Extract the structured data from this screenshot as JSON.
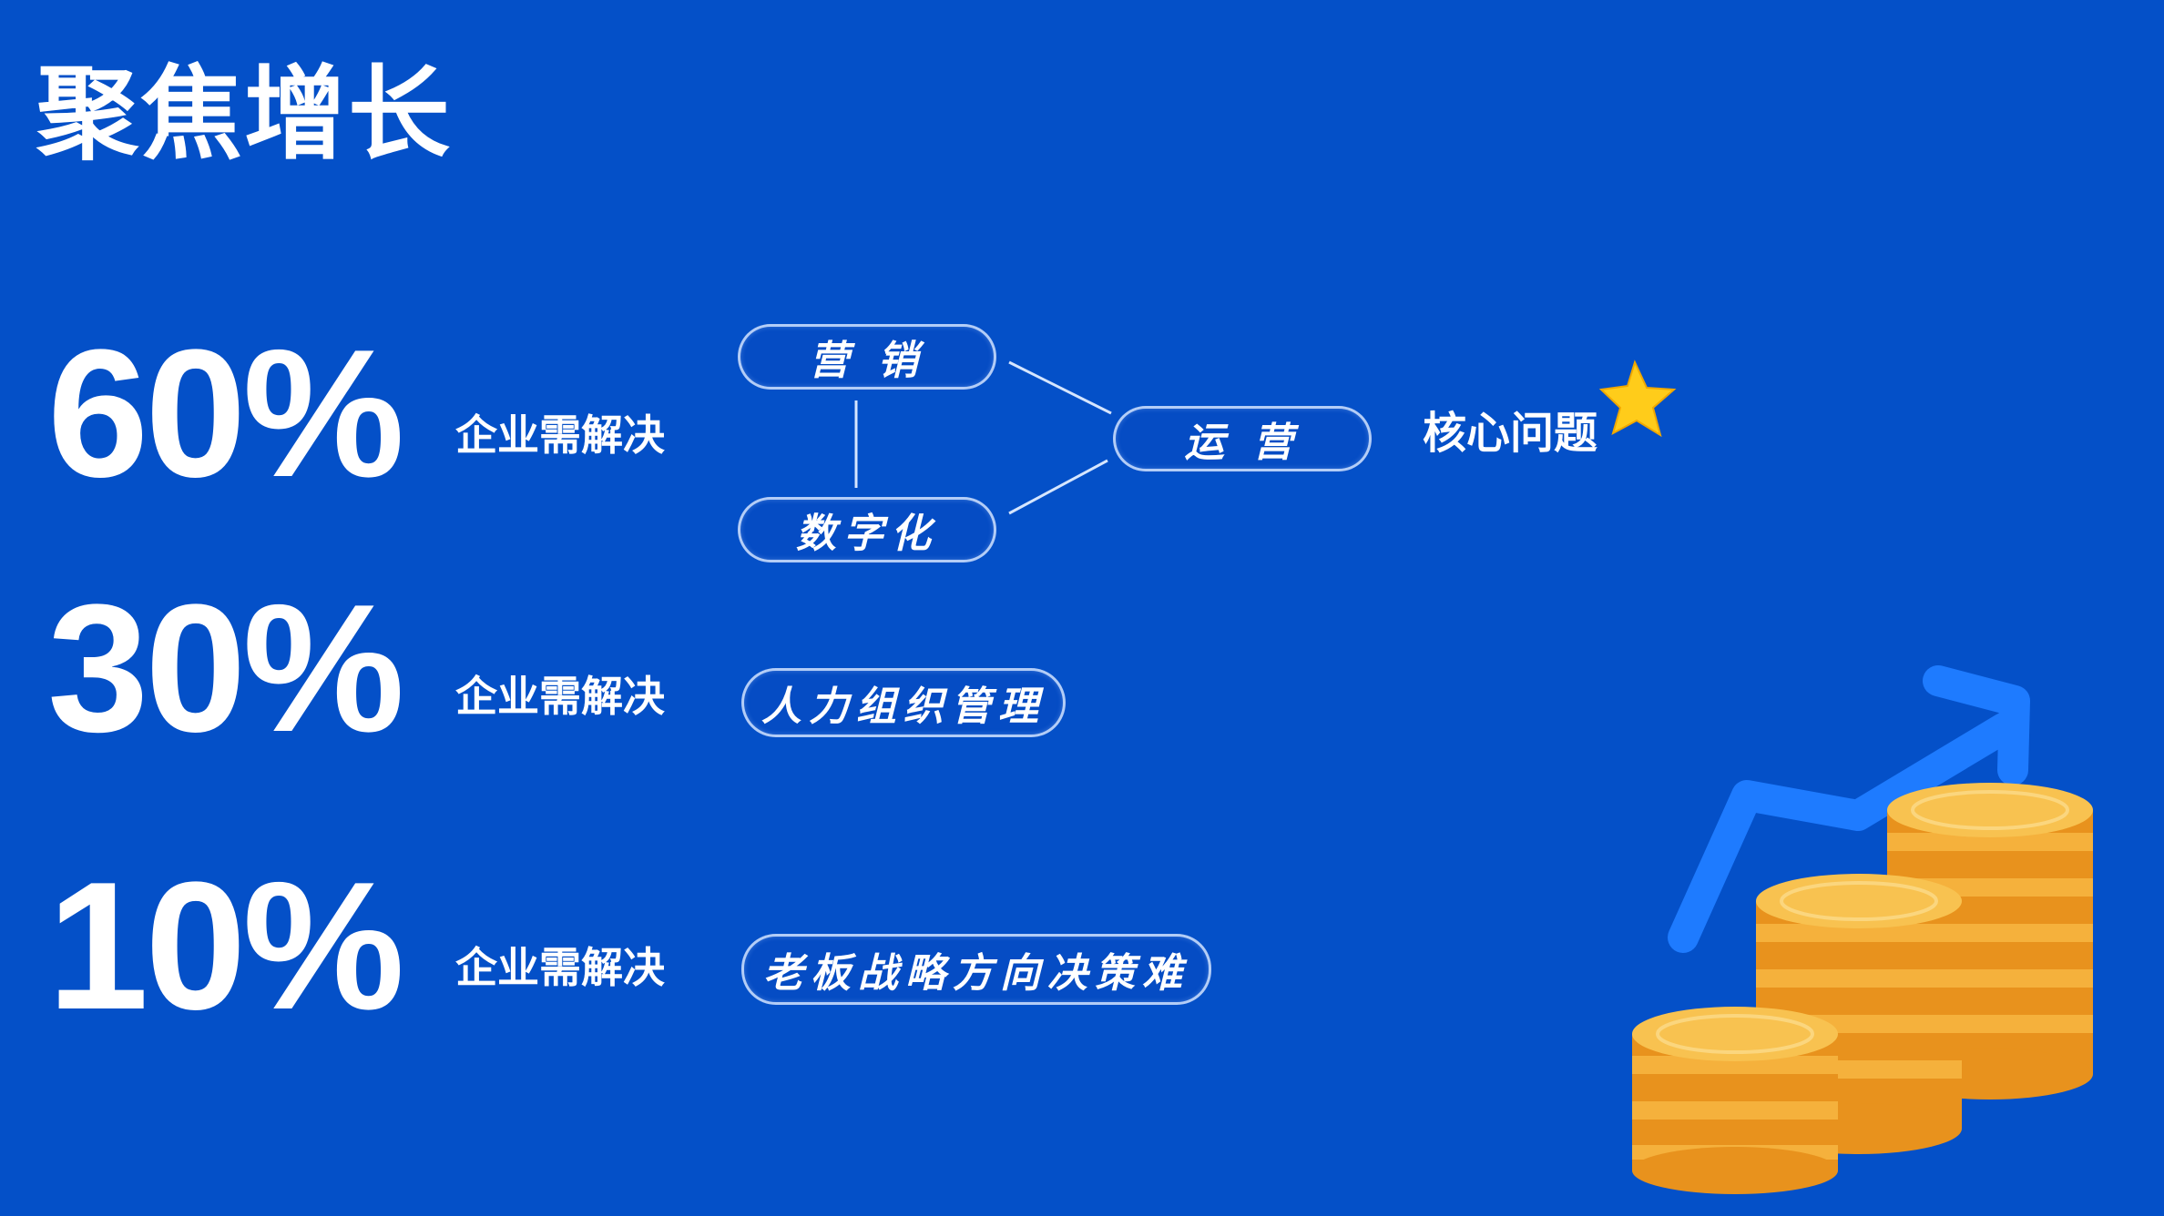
{
  "slide": {
    "title": "聚焦增长",
    "rows": [
      {
        "percent": "60%",
        "label": "企业需解决"
      },
      {
        "percent": "30%",
        "label": "企业需解决"
      },
      {
        "percent": "10%",
        "label": "企业需解决"
      }
    ],
    "diagram": {
      "marketing": "营 销",
      "digitalization": "数字化",
      "operation": "运 营",
      "core_issue": "核心问题"
    },
    "tags": {
      "hr_org": "人力组织管理",
      "boss_strategy": "老板战略方向决策难"
    }
  },
  "colors": {
    "background": "#0450c8",
    "text": "#ffffff",
    "coin": "#f3a72a",
    "arrow": "#1e7bff",
    "star": "#ffcc1a"
  },
  "icons": {
    "star": "star-icon",
    "growth": "coin-stack-growth-icon"
  }
}
